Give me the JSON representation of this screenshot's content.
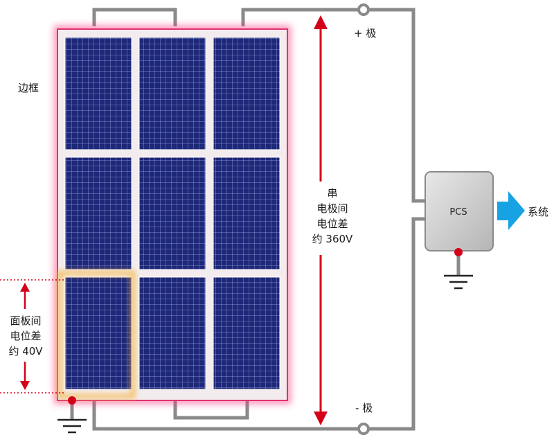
{
  "labels": {
    "frame": "边框",
    "string_voltage": [
      "串",
      "电极间",
      "电位差",
      "约 360V"
    ],
    "panel_voltage": [
      "面板间",
      "电位差",
      "约 40V"
    ],
    "positive_terminal": "+ 极",
    "negative_terminal": "- 极",
    "pcs": "PCS",
    "system": "系统"
  },
  "panel_grid": {
    "rows": 3,
    "cols": 3
  },
  "colors": {
    "wire": "#8a8a8a",
    "cell": "#1e2878",
    "cell_grid": "#9aa6e0",
    "frame_glow": "#ff2d7a",
    "arrow_red": "#d4001a",
    "ground_dot": "#d4001a",
    "highlight_panel": "#f5b43c",
    "pcs_box": "#c9c9c9",
    "system_arrow": "#17a3e3"
  },
  "icons": [
    "ground-symbol-icon",
    "terminal-ring-icon",
    "output-arrow-icon"
  ]
}
